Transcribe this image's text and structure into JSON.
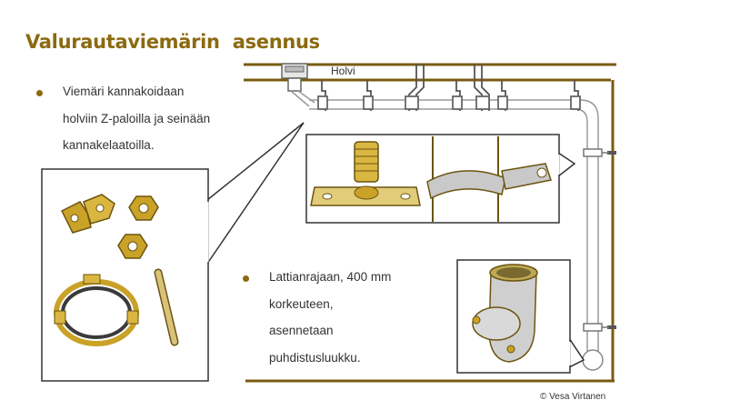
{
  "title": "Valurautaviemärin  asennus",
  "bullets": [
    {
      "lines": [
        "Viemäri kannakoidaan",
        "holviin Z-paloilla ja seinään",
        "kannakelaatoilla."
      ]
    },
    {
      "lines": [
        "Lattianrajaan, 400 mm",
        "korkeuteen,",
        "asennetaan",
        "puhdistusluukku."
      ]
    }
  ],
  "labels": {
    "ceiling": "Holvi"
  },
  "copyright": "© Vesa Virtanen",
  "colors": {
    "accent": "#8b6a10",
    "frame": "#7a5c12",
    "pipe": "#999999",
    "brass": "#c9a227"
  },
  "icons": [
    "z-bracket-icon",
    "hex-nut-icon",
    "pipe-clamp-icon",
    "threaded-rod-icon",
    "mounting-plate-icon",
    "cleanout-fitting-icon"
  ]
}
